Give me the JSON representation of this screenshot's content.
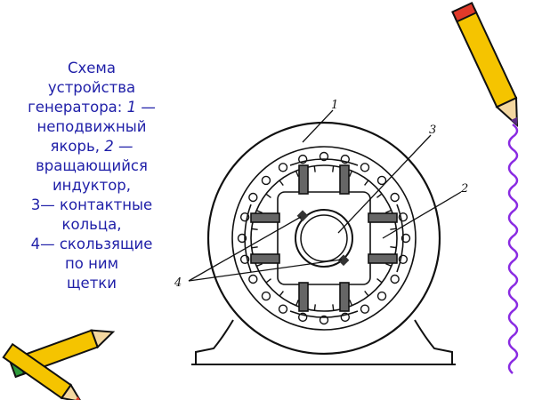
{
  "caption": {
    "lines": [
      "Схема",
      "устройства",
      "генератора: ",
      "1 —",
      "неподвижный",
      "якорь, ",
      "2 —",
      "вращающийся",
      "индуктор,",
      "3— контактные",
      "кольца,",
      "4— скользящие",
      "по   ним",
      "щетки"
    ]
  },
  "diagram": {
    "labels": {
      "one": "1",
      "two": "2",
      "three": "3",
      "four": "4"
    }
  },
  "colors": {
    "caption_text": "#1f1fa8",
    "wavy_line": "#8a2be2",
    "pencil_yellow": "#f5c400"
  }
}
